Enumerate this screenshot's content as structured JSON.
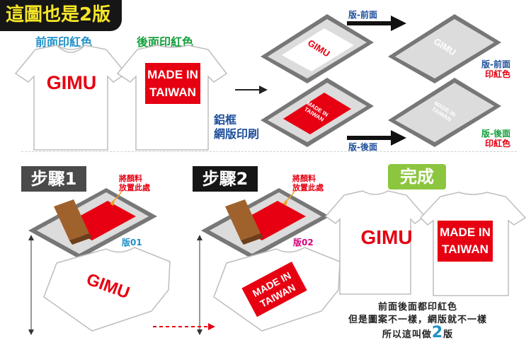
{
  "title": "這圖也是2版",
  "colors": {
    "red": "#e60012",
    "blue": "#1e8fc6",
    "green": "#14a03c",
    "frame": "#6f6f6f",
    "dark": "#161616",
    "squeegee": "#a0622c"
  },
  "top": {
    "front_label": "前面印紅色",
    "back_label": "後面印紅色",
    "front_print": "GIMU",
    "back_print_line1": "MADE IN",
    "back_print_line2": "TAIWAN",
    "process_line1": "鋁框",
    "process_line2": "網版印刷",
    "plate_front": "版-前面",
    "plate_back": "版-後面",
    "result_front_line1": "版-前面",
    "result_front_line2": "印紅色",
    "result_back_line1": "版-後面",
    "result_back_line2": "印紅色"
  },
  "step1": {
    "label": "步驟1",
    "ink_line1": "將顏料",
    "ink_line2": "放置此處",
    "plate": "版01",
    "print": "GIMU"
  },
  "step2": {
    "label": "步驟2",
    "ink_line1": "將顏料",
    "ink_line2": "放置此處",
    "plate": "版02",
    "print_line1": "MADE IN",
    "print_line2": "TAIWAN"
  },
  "done": {
    "label": "完成",
    "front_print": "GIMU",
    "back_line1": "MADE IN",
    "back_line2": "TAIWAN",
    "caption_line1": "前面後面都印紅色",
    "caption_line2": "但是圖案不一樣，網版就不一樣",
    "caption_line3_a": "所以這叫做",
    "caption_line3_num": "2",
    "caption_line3_b": "版"
  }
}
